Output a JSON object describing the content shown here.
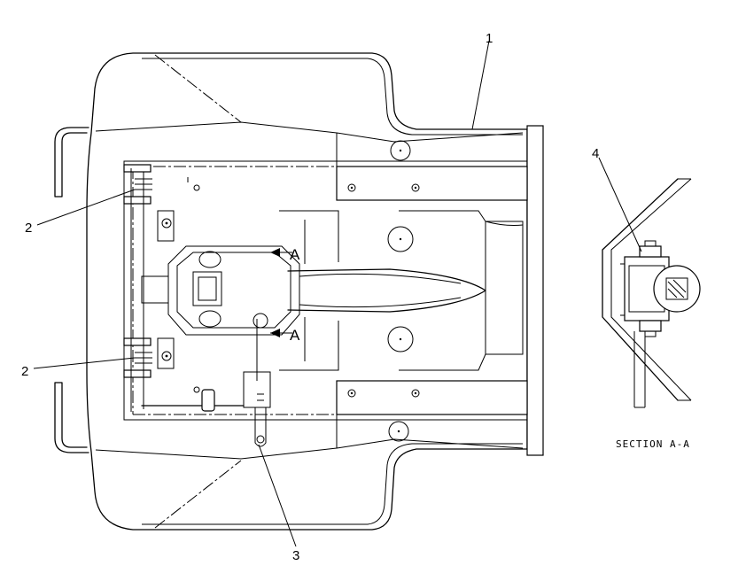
{
  "callouts": {
    "c1": "1",
    "c2a": "2",
    "c2b": "2",
    "c3": "3",
    "c4": "4"
  },
  "section_marks": {
    "upper": "A",
    "lower": "A"
  },
  "section_view": {
    "label": "SECTION A-A"
  }
}
